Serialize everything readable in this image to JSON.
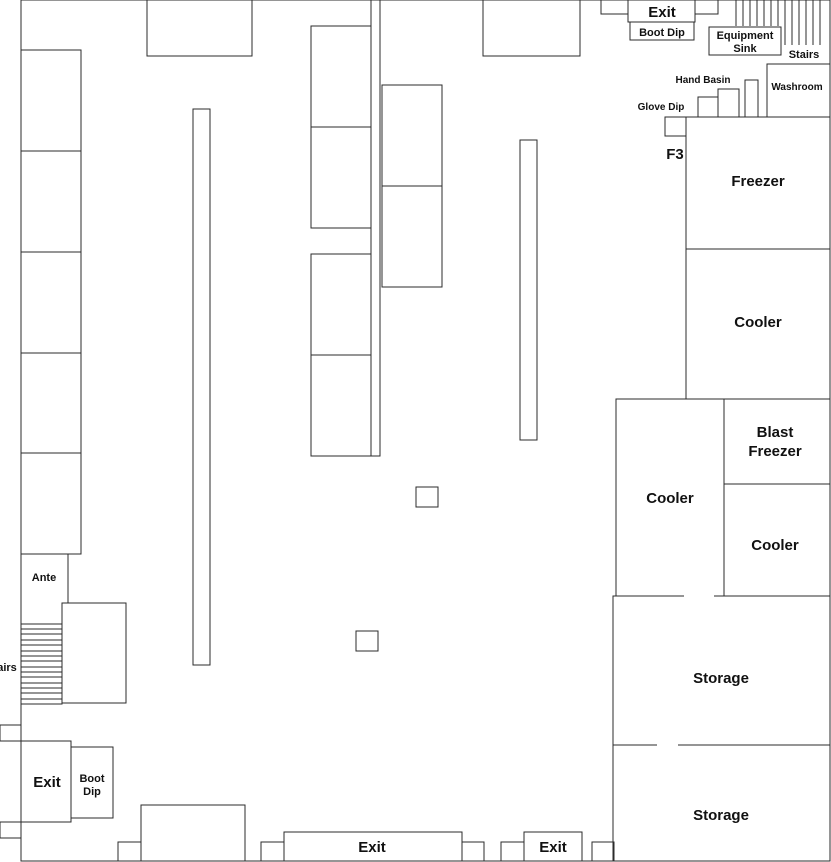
{
  "labels": {
    "exit_top": "Exit",
    "boot_dip_top": "Boot Dip",
    "equipment_sink_line1": "Equipment",
    "equipment_sink_line2": "Sink",
    "stairs_top": "Stairs",
    "hand_basin": "Hand Basin",
    "washroom": "Washroom",
    "glove_dip": "Glove Dip",
    "f3": "F3",
    "freezer": "Freezer",
    "cooler_right": "Cooler",
    "blast_freezer_line1": "Blast",
    "blast_freezer_line2": "Freezer",
    "cooler_mid": "Cooler",
    "cooler_lower_right": "Cooler",
    "storage_1": "Storage",
    "storage_2": "Storage",
    "ante": "Ante",
    "stairs_left": "airs",
    "exit_left": "Exit",
    "boot_dip_left_line1": "Boot",
    "boot_dip_left_line2": "Dip",
    "exit_bottom_1": "Exit",
    "exit_bottom_2": "Exit"
  }
}
